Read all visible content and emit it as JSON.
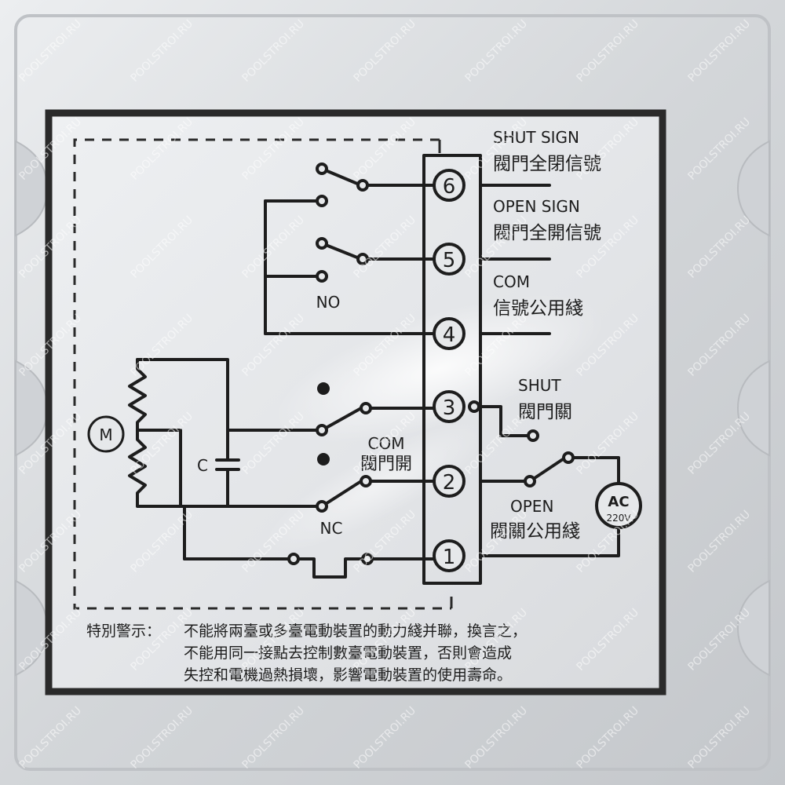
{
  "photo": {
    "watermark": "POOLSTROI.RU",
    "colors": {
      "housing": "#d6d8da",
      "label_bg": "#e6e8ea",
      "ink": "#1d1d1d",
      "border": "#2a2a2a"
    }
  },
  "diagram": {
    "terminals": [
      {
        "number": "6",
        "label_en": "SHUT SIGN",
        "label_zh": "閥門全閉信號"
      },
      {
        "number": "5",
        "label_en": "OPEN SIGN",
        "label_zh": "閥門全開信號"
      },
      {
        "number": "4",
        "label_en": "COM",
        "label_zh": "信號公用綫"
      },
      {
        "number": "3",
        "label_en": "SHUT",
        "label_zh": "閥門關"
      },
      {
        "number": "2",
        "label_en": "",
        "label_zh": ""
      },
      {
        "number": "1",
        "label_en": "OPEN",
        "label_zh": "閥關公用綫"
      }
    ],
    "motor_label": "M",
    "capacitor_label": "C",
    "no_label": "NO",
    "nc_label": "NC",
    "com_label": "COM",
    "com_label_zh": "閥門開",
    "power": {
      "label": "AC",
      "voltage": "220V"
    }
  },
  "warning": {
    "prefix": "特別警示：",
    "line1": "不能將兩臺或多臺電動裝置的動力綫并聯，換言之，",
    "line2": "不能用同一接點去控制數臺電動裝置，否則會造成",
    "line3": "失控和電機過熱損壞，影響電動裝置的使用壽命。"
  }
}
